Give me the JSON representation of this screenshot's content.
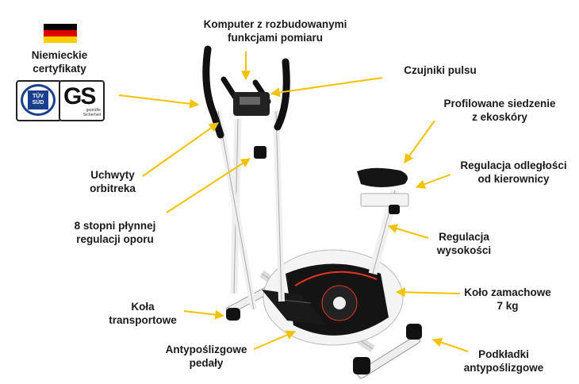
{
  "certification": {
    "title_line1": "Niemieckie",
    "title_line2": "certyfikaty",
    "flag_colors": [
      "#000000",
      "#dd0000",
      "#ffce00"
    ],
    "tuv_text_line1": "TÜV",
    "tuv_text_line2": "SÜD",
    "gs_text": "GS",
    "gs_sub_line1": "geprüfte",
    "gs_sub_line2": "Sicherheit"
  },
  "accent_color": "#f2c200",
  "features": {
    "computer": {
      "line1": "Komputer z rozbudowanymi",
      "line2": "funkcjami pomiaru"
    },
    "pulse": {
      "line1": "Czujniki pulsu"
    },
    "seat": {
      "line1": "Profilowane siedzenie",
      "line2": "z ekoskóry"
    },
    "handlebars": {
      "line1": "Uchwyty",
      "line2": "orbitreka"
    },
    "seat_distance": {
      "line1": "Regulacja odległości",
      "line2": "od kierownicy"
    },
    "resistance": {
      "line1": "8 stopni płynnej",
      "line2": "regulacji oporu"
    },
    "height": {
      "line1": "Regulacja",
      "line2": "wysokości"
    },
    "flywheel": {
      "line1": "Koło zamachowe",
      "line2": "7 kg"
    },
    "wheels": {
      "line1": "Koła",
      "line2": "transportowe"
    },
    "pedals": {
      "line1": "Antypoślizgowe",
      "line2": "pedały"
    },
    "pads": {
      "line1": "Podkładki",
      "line2": "antypoślizgowe"
    }
  }
}
